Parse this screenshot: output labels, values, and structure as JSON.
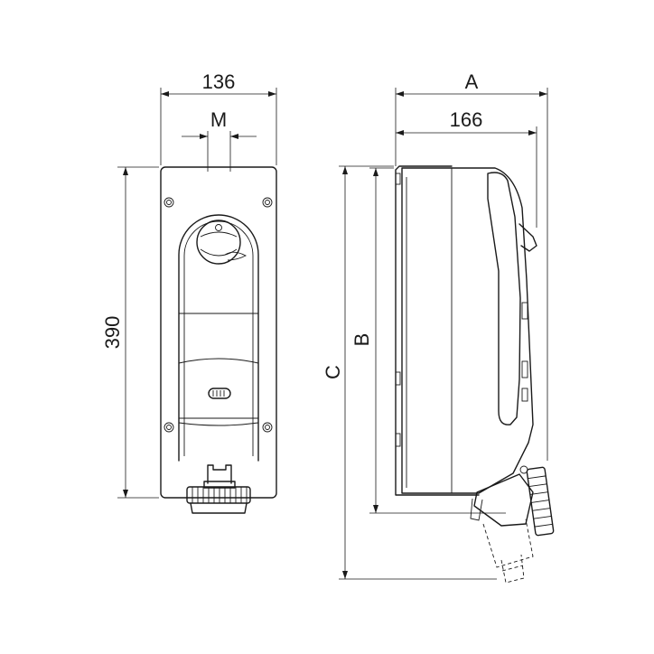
{
  "labels": {
    "front_width": "136",
    "mount": "M",
    "front_height": "390",
    "side_depth_total": "A",
    "side_depth": "166",
    "side_height_body": "B",
    "side_height_total": "C"
  },
  "colors": {
    "stroke": "#1a1a1a",
    "background": "#ffffff"
  }
}
